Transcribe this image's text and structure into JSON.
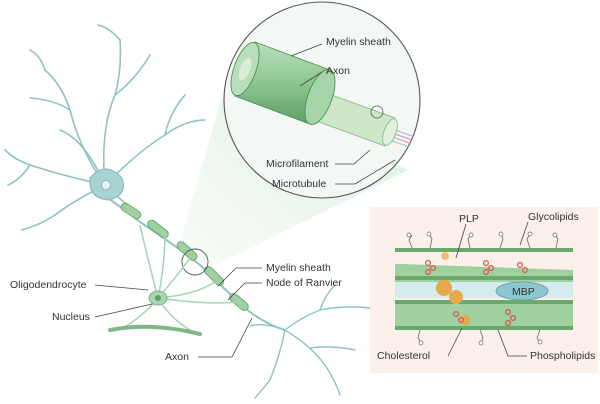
{
  "labels": {
    "myelin_sheath_top": "Myelin sheath",
    "axon_top": "Axon",
    "microfilament": "Microfilament",
    "microtubule": "Microtubule",
    "plp": "PLP",
    "glycolipids": "Glycolipids",
    "mbp": "MBP",
    "cholesterol": "Cholesterol",
    "phospholipids": "Phospholipids",
    "oligodendrocyte": "Oligodendrocyte",
    "nucleus": "Nucleus",
    "myelin_sheath_mid": "Myelin sheath",
    "node_of_ranvier": "Node of Ranvier",
    "axon_bottom": "Axon"
  },
  "colors": {
    "neuron": "#8fc3c4",
    "neuron_dark": "#6aa6a8",
    "myelin": "#9fd0a0",
    "myelin_dark": "#5e9e63",
    "membrane_bg": "#fbf1ea",
    "mbp": "#8ec6cf",
    "cholesterol": "#e7a94b",
    "plp": "#e9c07a",
    "lipid_red": "#d9534f"
  }
}
